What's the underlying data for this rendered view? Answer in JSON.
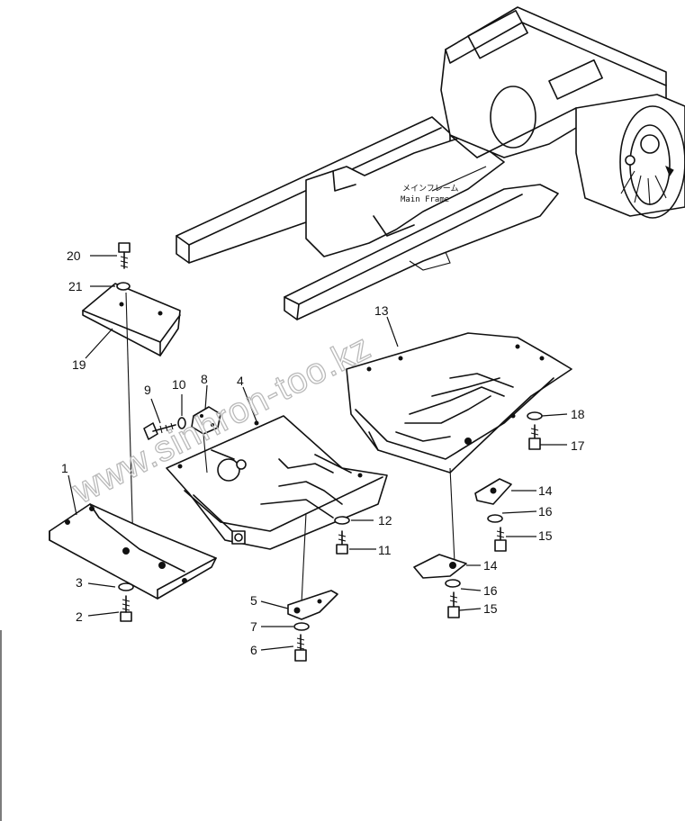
{
  "frame_label": {
    "japanese": "メインフレーム",
    "english": "Main Frame"
  },
  "watermark": "www.sinhron-too.kz",
  "callouts": [
    {
      "id": "c20",
      "text": "20"
    },
    {
      "id": "c21",
      "text": "21"
    },
    {
      "id": "c19",
      "text": "19"
    },
    {
      "id": "c9",
      "text": "9"
    },
    {
      "id": "c10",
      "text": "10"
    },
    {
      "id": "c8",
      "text": "8"
    },
    {
      "id": "c4",
      "text": "4"
    },
    {
      "id": "c1",
      "text": "1"
    },
    {
      "id": "c3",
      "text": "3"
    },
    {
      "id": "c2",
      "text": "2"
    },
    {
      "id": "c5",
      "text": "5"
    },
    {
      "id": "c7",
      "text": "7"
    },
    {
      "id": "c6",
      "text": "6"
    },
    {
      "id": "c12",
      "text": "12"
    },
    {
      "id": "c11",
      "text": "11"
    },
    {
      "id": "c13",
      "text": "13"
    },
    {
      "id": "c18",
      "text": "18"
    },
    {
      "id": "c17",
      "text": "17"
    },
    {
      "id": "c14a",
      "text": "14"
    },
    {
      "id": "c16a",
      "text": "16"
    },
    {
      "id": "c15a",
      "text": "15"
    },
    {
      "id": "c14b",
      "text": "14"
    },
    {
      "id": "c16b",
      "text": "16"
    },
    {
      "id": "c15b",
      "text": "15"
    }
  ]
}
